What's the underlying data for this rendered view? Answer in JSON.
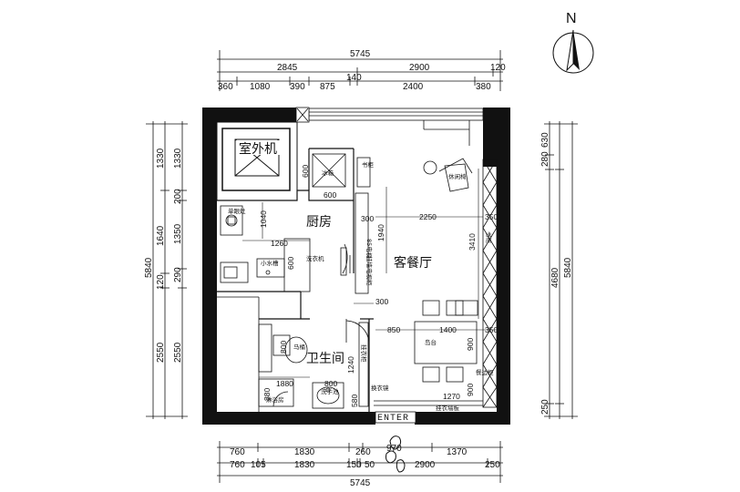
{
  "compass": {
    "north_label": "N"
  },
  "dims": {
    "top_total": "5745",
    "top_a1": "2845",
    "top_a2": "2900",
    "top_a3": "120",
    "top_b1": "360",
    "top_b2": "1080",
    "top_b3": "390",
    "top_b4": "875",
    "top_b5": "140",
    "top_b6": "2400",
    "top_b7": "380",
    "bottom_a1": "760",
    "bottom_a2": "1830",
    "bottom_a3": "260",
    "bottom_a4": "970",
    "bottom_a5": "1370",
    "bottom_b1": "760",
    "bottom_b2": "105",
    "bottom_b3": "1830",
    "bottom_b4": "150",
    "bottom_b5": "50",
    "bottom_b6": "2900",
    "bottom_b7": "250",
    "bottom_total": "5745",
    "left_total": "5840",
    "left_a1": "1330",
    "left_a2": "1640",
    "left_a3": "120",
    "left_a4": "2550",
    "left_b1": "1330",
    "left_b2": "200",
    "left_b3": "1350",
    "left_b4": "290",
    "left_b5": "2550",
    "right_a1": "630",
    "right_a2": "280",
    "right_a3": "250",
    "right_b": "4680",
    "right_total": "5840"
  },
  "rooms": {
    "outdoor_unit": "室外机",
    "kitchen": "厨房",
    "living_dining": "客餐厅",
    "bathroom": "卫生间"
  },
  "labels": {
    "fridge": "冰箱",
    "lounge_chair": "休闲椅",
    "bookcase_top": "书柜",
    "bookcase_mid": "书柜",
    "hanging_tv": "挂墙电视柜",
    "tv_word": "85电视",
    "stove": "单眼灶",
    "sink": "小水槽",
    "washer": "洗衣机",
    "toilet": "马桶",
    "shower": "淋浴房",
    "washbasin": "洗手池",
    "island": "岛台",
    "meal_cabinet": "餐边柜",
    "shoe_mirror": "换衣镜",
    "coat_rack": "挂衣柜",
    "sliding_board": "挂衣墙板",
    "enter": "ENTER"
  },
  "inner_dims": {
    "fridge_w": "600",
    "fridge_h": "600",
    "kitchen_a": "1040",
    "kitchen_b": "1260",
    "washer_h": "600",
    "living_l": "300",
    "living_w": "2250",
    "living_r": "350",
    "tv_h": "1940",
    "living_h": "3410",
    "bath_top": "300",
    "bath_a": "850",
    "island_w": "1400",
    "island_r": "350",
    "island_h": "900",
    "island_h2": "900",
    "toilet_w": "800",
    "bath_h": "1240",
    "shower_w": "1880",
    "shower_h": "880",
    "basin_w": "800",
    "basin_h": "580",
    "entry_w": "1270"
  }
}
